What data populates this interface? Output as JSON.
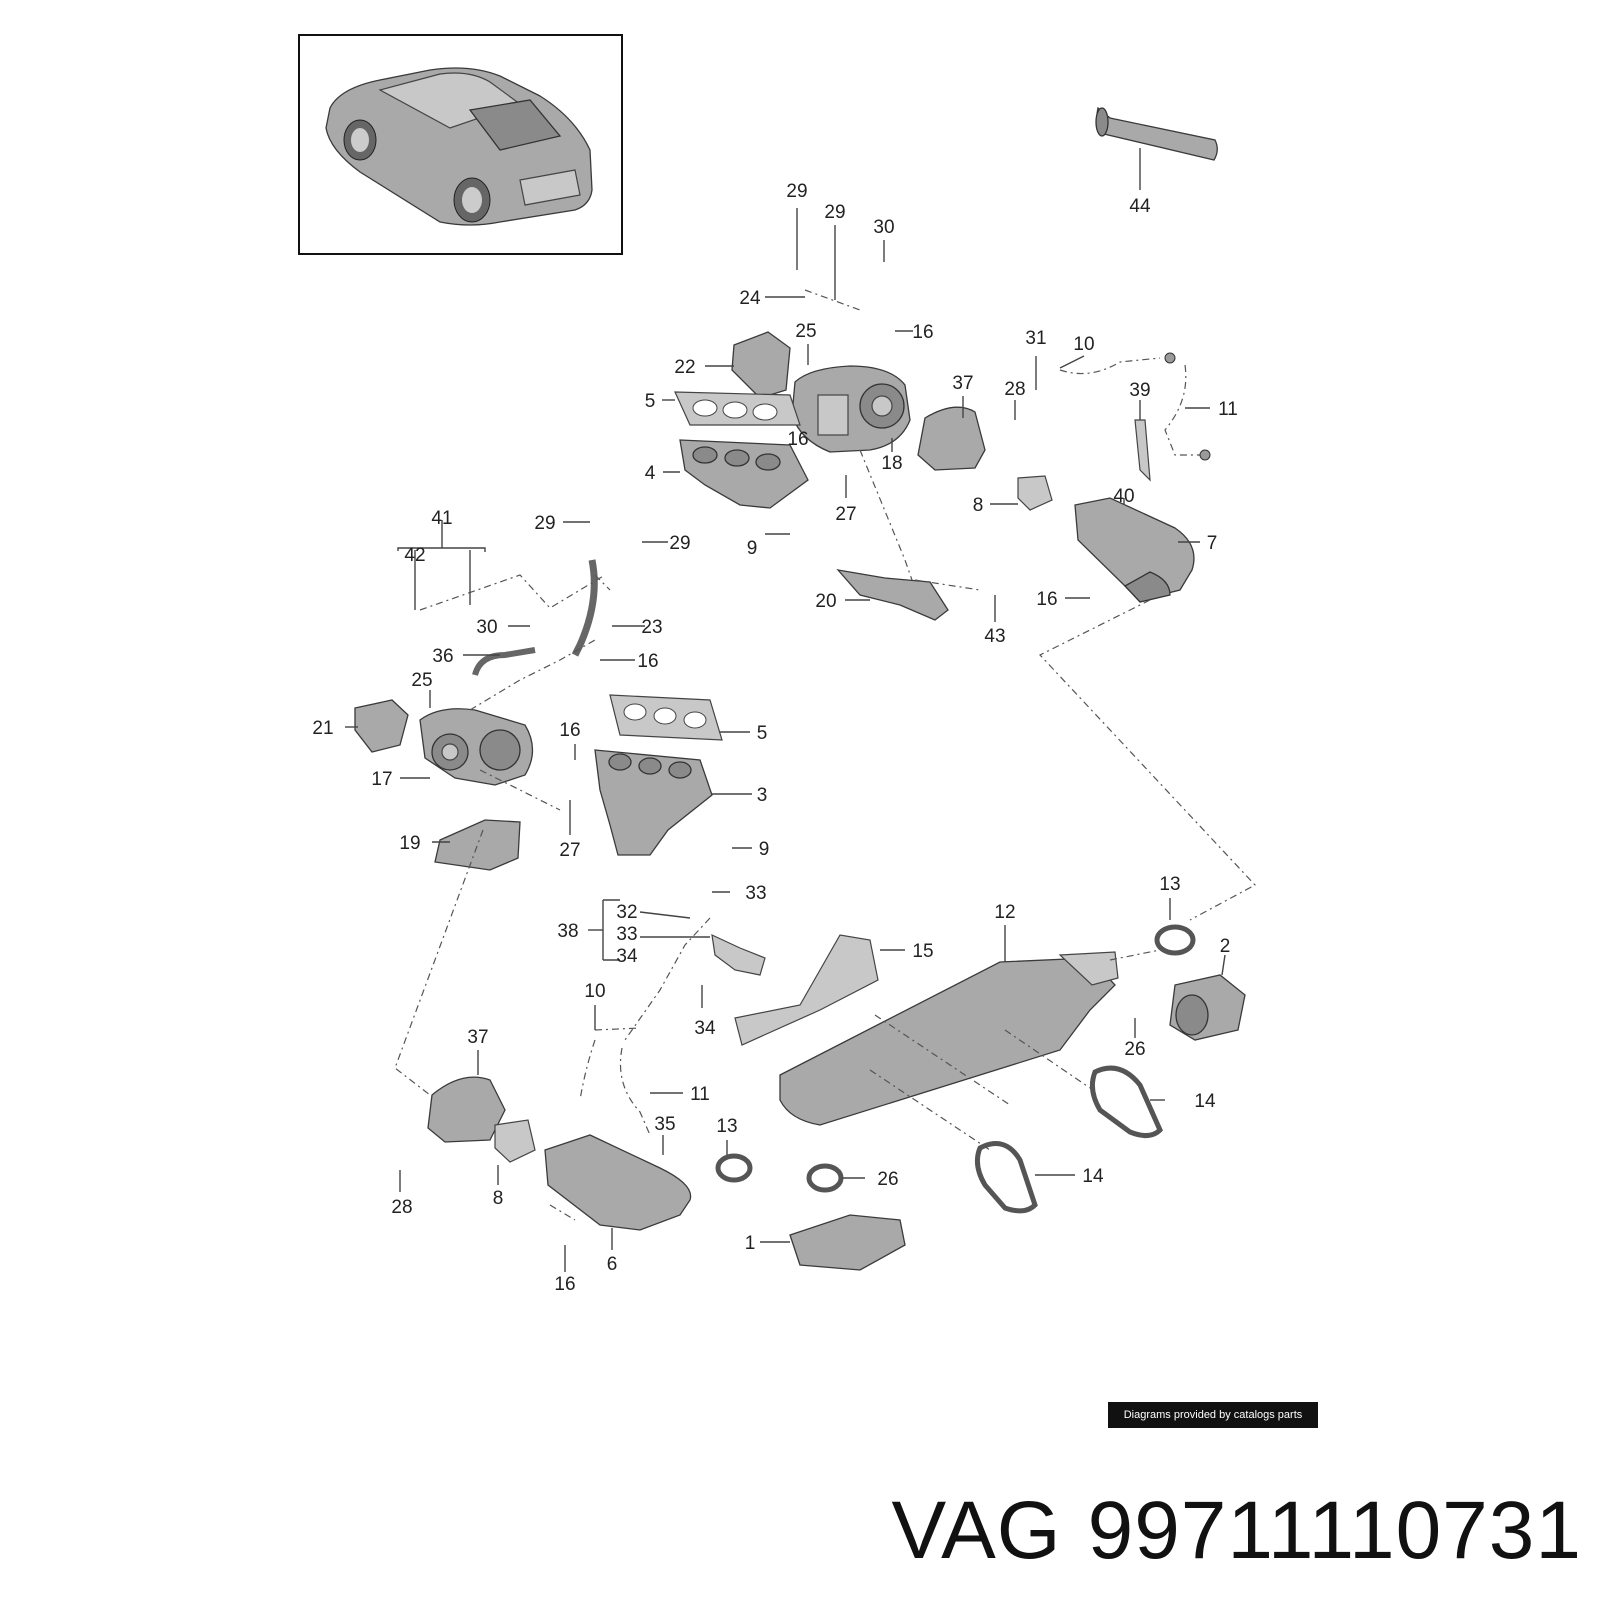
{
  "diagram": {
    "callouts": [
      "1",
      "2",
      "3",
      "4",
      "5",
      "5",
      "6",
      "7",
      "8",
      "8",
      "9",
      "9",
      "10",
      "10",
      "11",
      "11",
      "12",
      "13",
      "13",
      "14",
      "14",
      "15",
      "16",
      "16",
      "16",
      "16",
      "16",
      "16",
      "17",
      "18",
      "19",
      "20",
      "21",
      "22",
      "23",
      "24",
      "25",
      "25",
      "26",
      "26",
      "27",
      "27",
      "28",
      "28",
      "29",
      "29",
      "29",
      "29",
      "30",
      "30",
      "31",
      "32",
      "33",
      "33",
      "34",
      "34",
      "35",
      "36",
      "37",
      "37",
      "38",
      "39",
      "40",
      "41",
      "42",
      "43",
      "44"
    ]
  },
  "credit": "Diagrams provided by catalogs parts",
  "part": {
    "brand": "VAG",
    "number": "99711110731"
  },
  "colors": {
    "part_fill": "#a9a9a9",
    "line": "#444444",
    "badge_bg": "#111111"
  }
}
